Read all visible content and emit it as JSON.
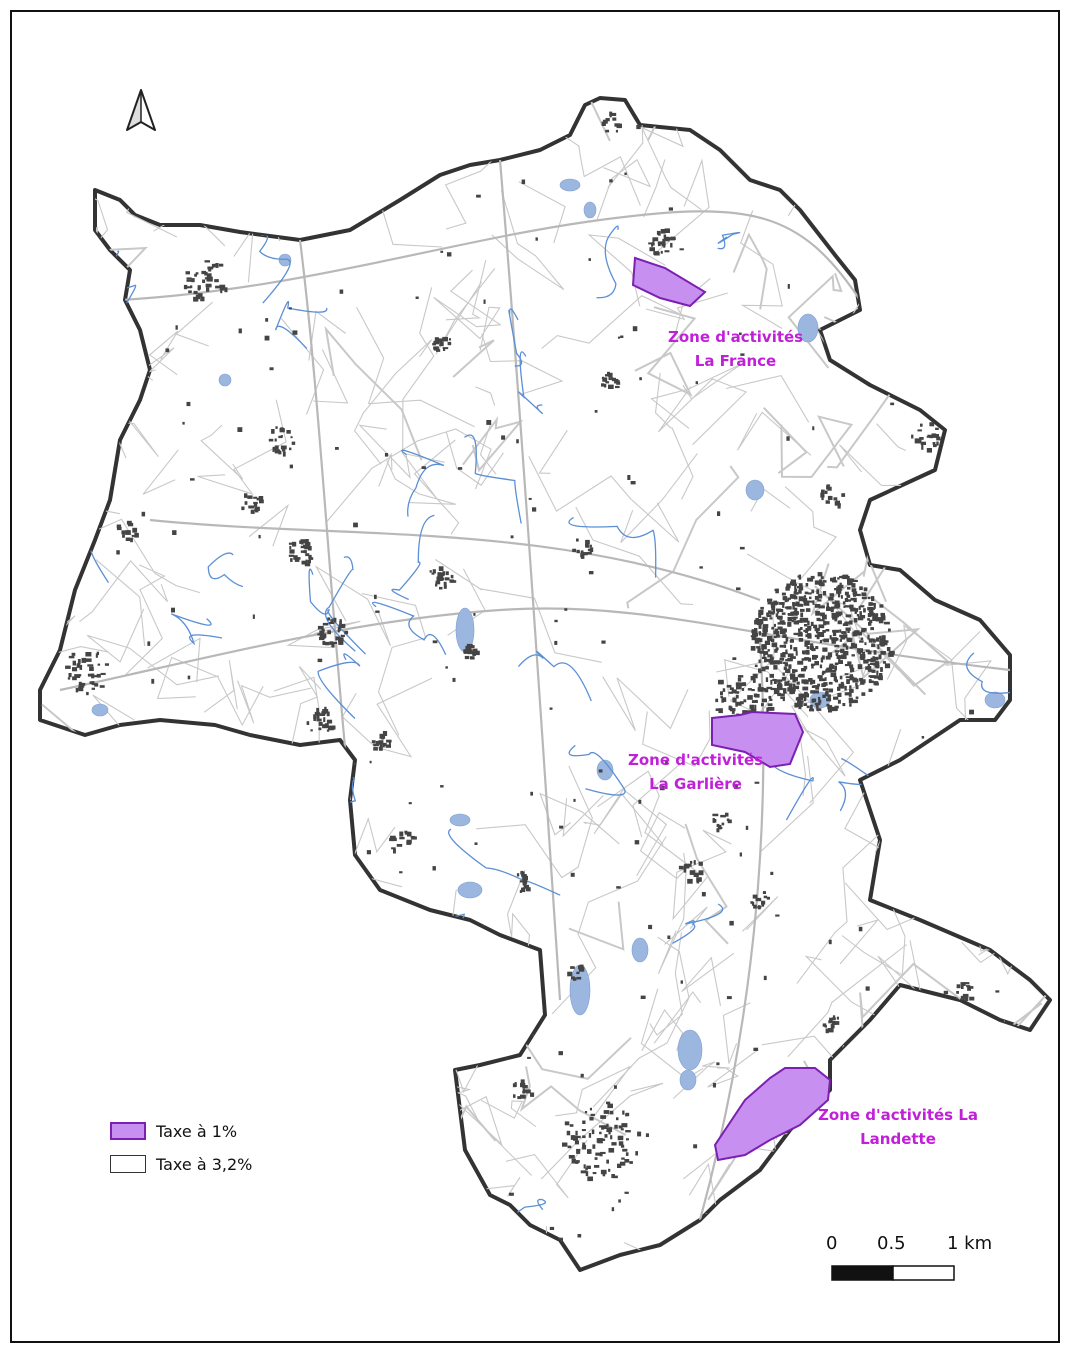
{
  "legend": {
    "items": [
      {
        "label": "Taxe à 1%",
        "fill": "#c78ff0",
        "stroke": "#7b20b0"
      },
      {
        "label": "Taxe à 3,2%",
        "fill": "#ffffff",
        "stroke": "#333333"
      }
    ]
  },
  "zones": [
    {
      "line1": "Zone d'activités",
      "line2": "La France"
    },
    {
      "line1": "Zone d'activités",
      "line2": "La Garlière"
    },
    {
      "line1": "Zone d'activités La",
      "line2": "Landette"
    }
  ],
  "scale_bar": {
    "labels": [
      "0",
      "0.5",
      "1 km"
    ]
  },
  "icons": {
    "north_arrow": "north-arrow-icon"
  },
  "colors": {
    "boundary": "#333333",
    "roads": "#c8c8c8",
    "water": "#9bb7e0",
    "streams": "#5b8fd6",
    "buildings": "#444444",
    "zone_fill": "#c78ff0",
    "zone_label": "#c020d8"
  }
}
